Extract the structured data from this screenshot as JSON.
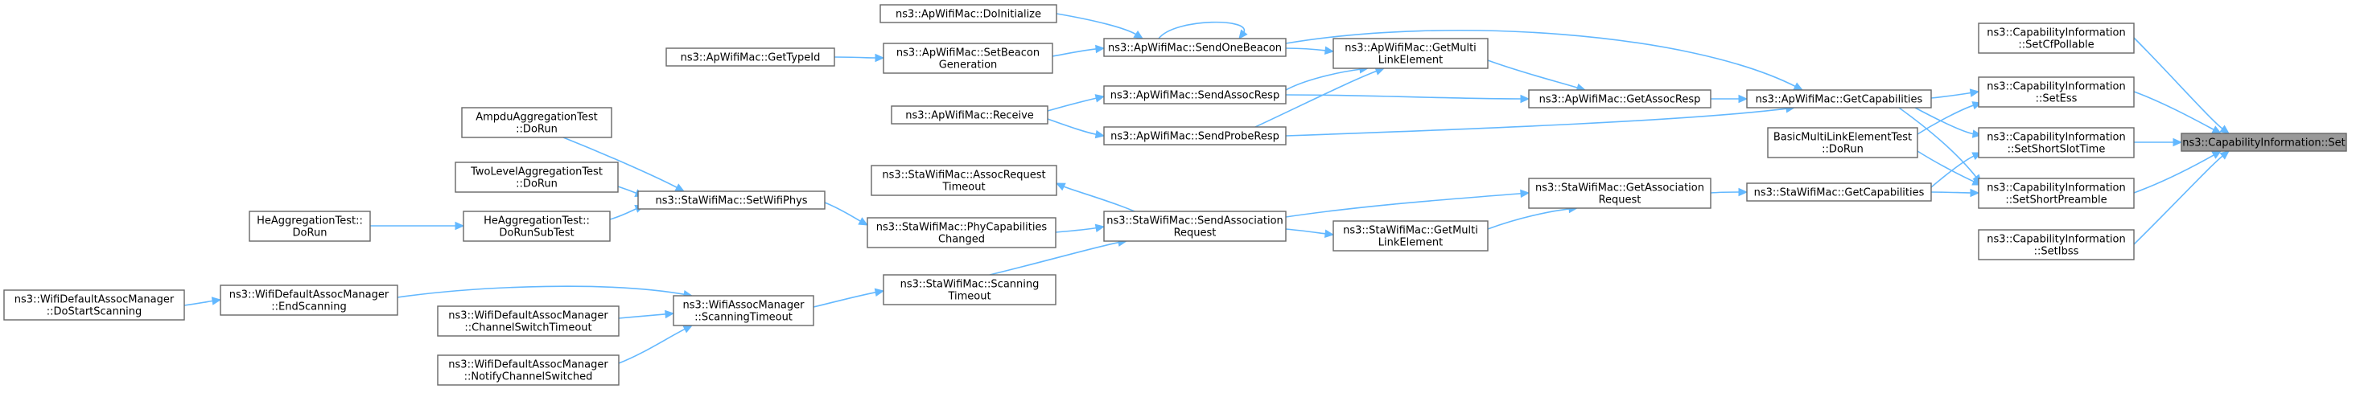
{
  "colors": {
    "edge": "#63b8ff",
    "node_border": "#666666",
    "node_fill": "#ffffff",
    "root_fill": "#999999",
    "text": "#000000"
  },
  "nodes": [
    {
      "id": "set",
      "lines": [
        "ns3::CapabilityInformation::Set"
      ],
      "root": true
    },
    {
      "id": "setcf",
      "lines": [
        "ns3::CapabilityInformation",
        "::SetCfPollable"
      ]
    },
    {
      "id": "setess",
      "lines": [
        "ns3::CapabilityInformation",
        "::SetEss"
      ]
    },
    {
      "id": "setslot",
      "lines": [
        "ns3::CapabilityInformation",
        "::SetShortSlotTime"
      ]
    },
    {
      "id": "setpre",
      "lines": [
        "ns3::CapabilityInformation",
        "::SetShortPreamble"
      ]
    },
    {
      "id": "setibss",
      "lines": [
        "ns3::CapabilityInformation",
        "::SetIbss"
      ]
    },
    {
      "id": "apgetcap",
      "lines": [
        "ns3::ApWifiMac::GetCapabilities"
      ]
    },
    {
      "id": "bmle",
      "lines": [
        "BasicMultiLinkElementTest",
        "::DoRun"
      ]
    },
    {
      "id": "stagetcap",
      "lines": [
        "ns3::StaWifiMac::GetCapabilities"
      ]
    },
    {
      "id": "apgetassoc",
      "lines": [
        "ns3::ApWifiMac::GetAssocResp"
      ]
    },
    {
      "id": "stagetassocreq",
      "lines": [
        "ns3::StaWifiMac::GetAssociation",
        "Request"
      ]
    },
    {
      "id": "apmulti",
      "lines": [
        "ns3::ApWifiMac::GetMulti",
        "LinkElement"
      ]
    },
    {
      "id": "stamulti",
      "lines": [
        "ns3::StaWifiMac::GetMulti",
        "LinkElement"
      ]
    },
    {
      "id": "sendbeacon",
      "lines": [
        "ns3::ApWifiMac::SendOneBeacon"
      ]
    },
    {
      "id": "sendassocresp",
      "lines": [
        "ns3::ApWifiMac::SendAssocResp"
      ]
    },
    {
      "id": "sendprobe",
      "lines": [
        "ns3::ApWifiMac::SendProbeResp"
      ]
    },
    {
      "id": "sendassocreq",
      "lines": [
        "ns3::StaWifiMac::SendAssociation",
        "Request"
      ]
    },
    {
      "id": "doinit",
      "lines": [
        "ns3::ApWifiMac::DoInitialize"
      ]
    },
    {
      "id": "setbeacon",
      "lines": [
        "ns3::ApWifiMac::SetBeacon",
        "Generation"
      ]
    },
    {
      "id": "receive",
      "lines": [
        "ns3::ApWifiMac::Receive"
      ]
    },
    {
      "id": "assoctimeout",
      "lines": [
        "ns3::StaWifiMac::AssocRequest",
        "Timeout"
      ]
    },
    {
      "id": "phycap",
      "lines": [
        "ns3::StaWifiMac::PhyCapabilities",
        "Changed"
      ]
    },
    {
      "id": "scantimeout",
      "lines": [
        "ns3::StaWifiMac::Scanning",
        "Timeout"
      ]
    },
    {
      "id": "gettypeid",
      "lines": [
        "ns3::ApWifiMac::GetTypeId"
      ]
    },
    {
      "id": "setwifiphys",
      "lines": [
        "ns3::StaWifiMac::SetWifiPhys"
      ]
    },
    {
      "id": "ampdu",
      "lines": [
        "AmpduAggregationTest",
        "::DoRun"
      ]
    },
    {
      "id": "twolevel",
      "lines": [
        "TwoLevelAggregationTest",
        "::DoRun"
      ]
    },
    {
      "id": "hesub",
      "lines": [
        "HeAggregationTest::",
        "DoRunSubTest"
      ]
    },
    {
      "id": "hedorun",
      "lines": [
        "HeAggregationTest::",
        "DoRun"
      ]
    },
    {
      "id": "wamscan",
      "lines": [
        "ns3::WifiAssocManager",
        "::ScanningTimeout"
      ]
    },
    {
      "id": "wdamend",
      "lines": [
        "ns3::WifiDefaultAssocManager",
        "::EndScanning"
      ]
    },
    {
      "id": "wdamchan",
      "lines": [
        "ns3::WifiDefaultAssocManager",
        "::ChannelSwitchTimeout"
      ]
    },
    {
      "id": "wdamnotify",
      "lines": [
        "ns3::WifiDefaultAssocManager",
        "::NotifyChannelSwitched"
      ]
    },
    {
      "id": "wdamstart",
      "lines": [
        "ns3::WifiDefaultAssocManager",
        "::DoStartScanning"
      ]
    }
  ]
}
